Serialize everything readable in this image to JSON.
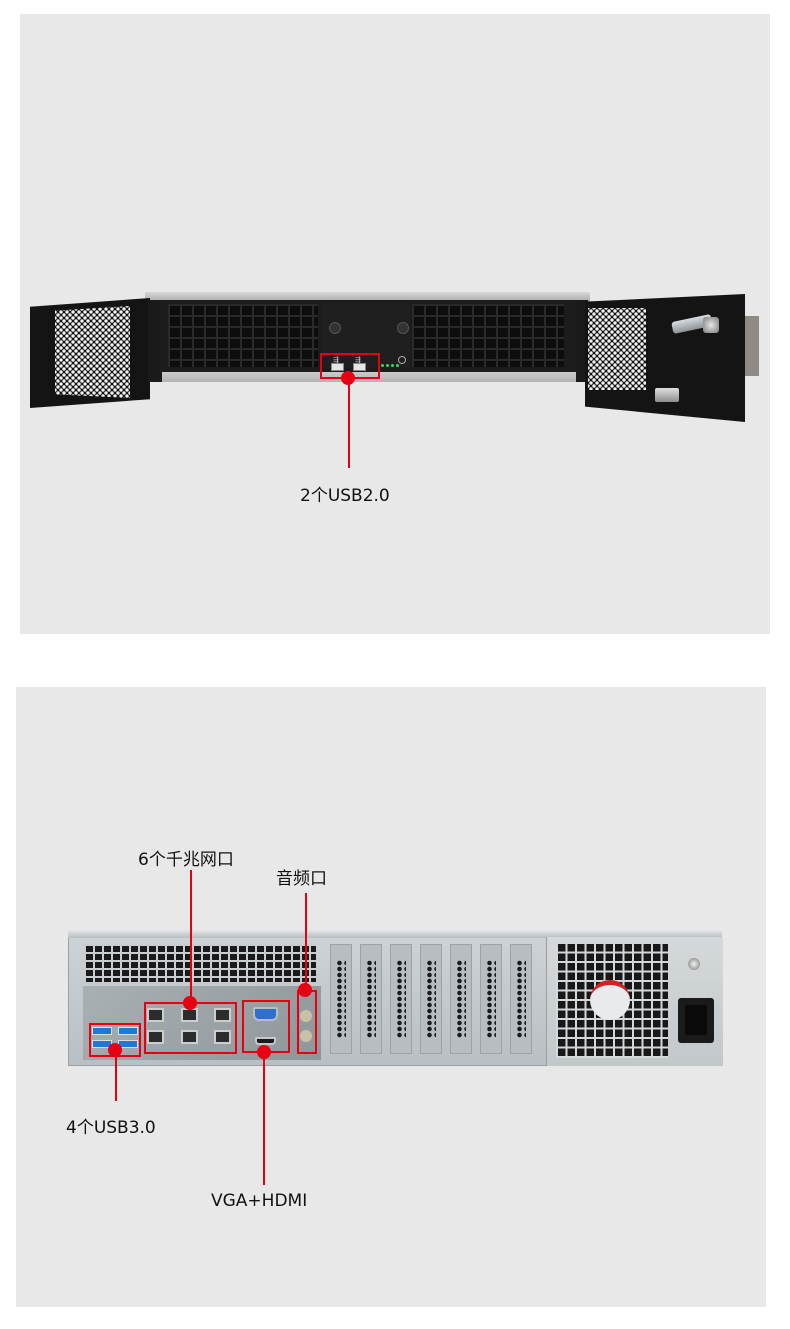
{
  "panels": [
    {
      "id": "front-view",
      "background": "#e8e8e8",
      "annotations": [
        {
          "label": "2个USB2.0",
          "target": "front-usb-ports"
        }
      ]
    },
    {
      "id": "rear-view",
      "background": "#e8e8e8",
      "annotations": [
        {
          "label": "6个千兆网口",
          "target": "gigabit-ethernet-ports"
        },
        {
          "label": "音频口",
          "target": "audio-ports"
        },
        {
          "label": "4个USB3.0",
          "target": "rear-usb3-ports"
        },
        {
          "label": "VGA+HDMI",
          "target": "video-outputs"
        }
      ]
    }
  ],
  "front": {
    "usb_label": "2个USB2.0",
    "usb_count": 2,
    "usb_version": "USB2.0"
  },
  "rear": {
    "lan_label": "6个千兆网口",
    "lan_count": 6,
    "audio_label": "音频口",
    "usb3_label": "4个USB3.0",
    "usb3_count": 4,
    "video_label": "VGA+HDMI",
    "expansion_slots": 7
  },
  "colors": {
    "annotation_red": "#e60012",
    "panel_bg": "#e8e8e8",
    "label_text": "#111111"
  }
}
